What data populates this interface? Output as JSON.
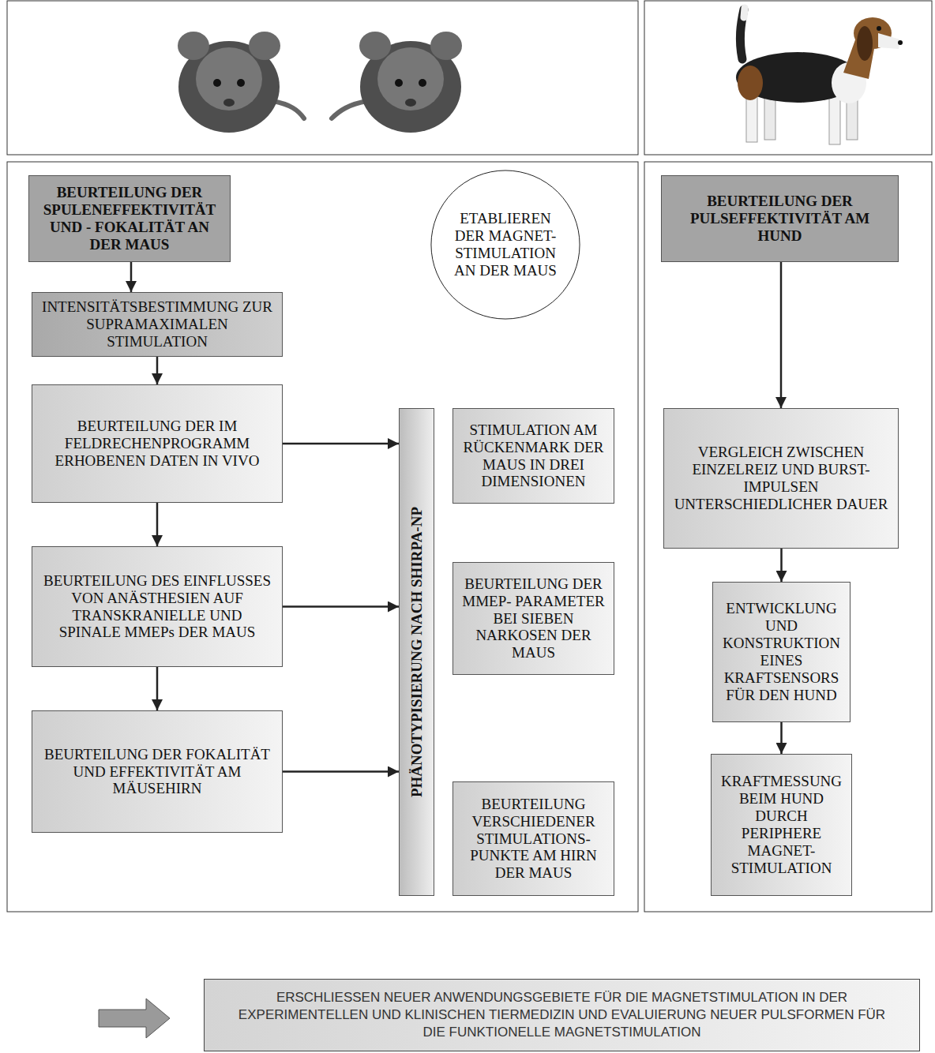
{
  "diagram": {
    "nodes": [
      {
        "text": [
          "BEURTEILUNG DER SPULENEFFEKTIVITÄT UND - FOKALITÄT AN DER MAUS"
        ]
      },
      {
        "text": [
          "ETABLIEREN DER MAGNET- STIMULATION AN DER MAUS"
        ]
      },
      {
        "text": [
          "BEURTEILUNG DER PULSEFFEKTIVITÄT AM HUND"
        ]
      },
      {
        "text": [
          "INTENSITÄTSBESTIMMUNG ZUR SUPRAMAXIMALEN STIMULATION"
        ]
      },
      {
        "text": [
          "BEURTEILUNG DER IM FELDRECHENPROGRAMM ERHOBENEN DATEN IN VIVO"
        ]
      },
      {
        "text": [
          "PHÄNOTYPISIERUNG NACH SHIRPA-NP"
        ]
      },
      {
        "text": [
          "STIMULATION AM RÜCKENMARK DER MAUS IN DREI DIMENSIONEN"
        ]
      },
      {
        "text": [
          "VERGLEICH ZWISCHEN EINZELREIZ UND BURST- IMPULSEN UNTERSCHIEDLICHER DAUER"
        ]
      },
      {
        "text": [
          "BEURTEILUNG DES EINFLUSSES VON ANÄSTHESIEN AUF TRANSKRANIELLE UND SPINALE MMEPs DER MAUS"
        ]
      },
      {
        "text": [
          "BEURTEILUNG DER MMEP- PARAMETER BEI SIEBEN NARKOSEN DER MAUS"
        ]
      },
      {
        "text": [
          "ENTWICKLUNG UND KONSTRUKTION EINES KRAFTSENSORS FÜR DEN HUND"
        ]
      },
      {
        "text": [
          "BEURTEILUNG DER FOKALITÄT UND EFFEKTIVITÄT AM MÄUSEHIRN"
        ]
      },
      {
        "text": [
          "BEURTEILUNG VERSCHIEDENER STIMULATIONS- PUNKTE AM HIRN DER MAUS"
        ]
      },
      {
        "text": [
          "KRAFTMESSUNG BEIM HUND DURCH PERIPHERE MAGNET- STIMULATION"
        ]
      },
      {
        "text": [
          "ERSCHLIESSEN NEUER ANWENDUNGSGEBIETE FÜR DIE MAGNETSTIMULATION IN DER EXPERIMENTELLEN UND KLINISCHEN TIERMEDIZIN UND EVALUIERUNG NEUER PULSFORMEN FÜR DIE FUNKTIONELLE MAGNETSTIMULATION"
        ]
      }
    ],
    "edges": [
      {
        "from": 0,
        "to": 3,
        "arrow": "to"
      },
      {
        "from": 3,
        "to": 4,
        "arrow": "to"
      },
      {
        "from": 4,
        "to": 8,
        "arrow": "to"
      },
      {
        "from": 8,
        "to": 11,
        "arrow": "to"
      },
      {
        "from": 4,
        "to": 5,
        "arrow": "to"
      },
      {
        "from": 8,
        "to": 5,
        "arrow": "to"
      },
      {
        "from": 11,
        "to": 5,
        "arrow": "to"
      },
      {
        "from": 2,
        "to": 7,
        "arrow": "to"
      },
      {
        "from": 7,
        "to": 10,
        "arrow": "to"
      },
      {
        "from": 10,
        "to": 13,
        "arrow": "to"
      }
    ]
  }
}
